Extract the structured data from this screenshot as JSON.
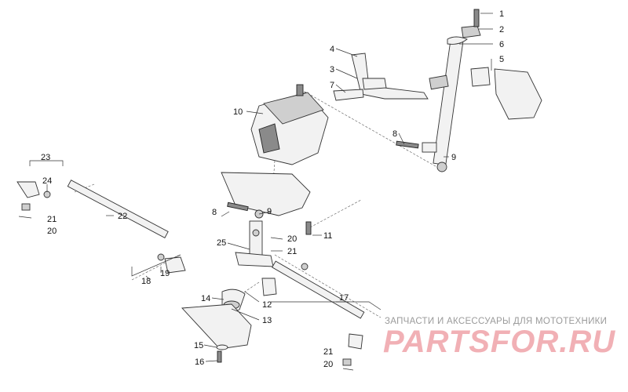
{
  "diagram": {
    "callouts": [
      "1",
      "2",
      "3",
      "4",
      "5",
      "6",
      "7",
      "8",
      "9",
      "10",
      "11",
      "12",
      "13",
      "14",
      "15",
      "16",
      "17",
      "18",
      "19",
      "20",
      "21",
      "22",
      "23",
      "24",
      "25"
    ]
  },
  "watermark": {
    "caption": "ЗАПЧАСТИ И АКСЕССУАРЫ ДЛЯ МОТОТЕХНИКИ",
    "logo": "PARTSFOR.RU"
  },
  "colors": {
    "line": "#333333",
    "text": "#111111",
    "watermark_caption": "#9a9a9a",
    "watermark_logo": "#f0a8ae",
    "background": "#ffffff"
  }
}
